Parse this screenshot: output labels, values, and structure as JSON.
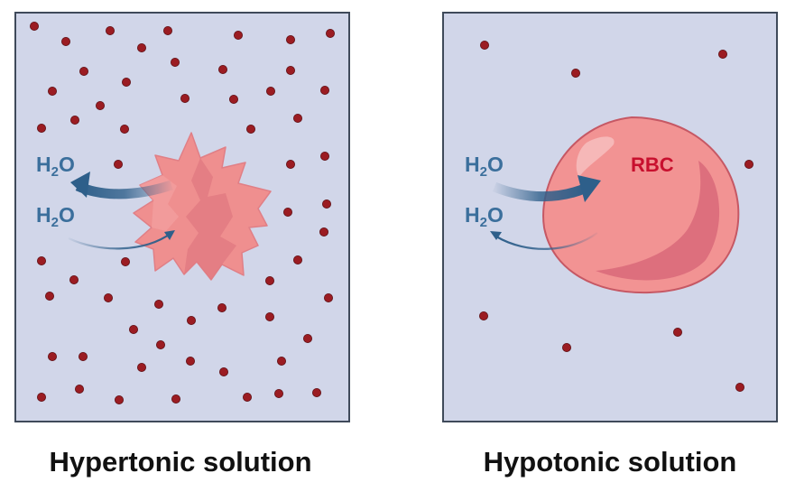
{
  "panels": [
    {
      "id": "hypertonic",
      "caption": "Hypertonic solution",
      "arrow_labels": {
        "outflow": "H",
        "outflow_sub": "2",
        "outflow_tail": "O",
        "inflow": "H",
        "inflow_sub": "2",
        "inflow_tail": "O"
      }
    },
    {
      "id": "hypotonic",
      "caption": "Hypotonic solution",
      "cell_label": "RBC",
      "arrow_labels": {
        "inflow": "H",
        "inflow_sub": "2",
        "inflow_tail": "O",
        "outflow": "H",
        "outflow_sub": "2",
        "outflow_tail": "O"
      }
    }
  ],
  "colors": {
    "panel_bg": "#d1d6e9",
    "panel_border": "#3f4a5a",
    "solute_dot": "#9b1c22",
    "cell_fill": "#ef8f8f",
    "cell_dark": "#d96a78",
    "cell_outline": "#c65864",
    "arrow": "#2e5f8a",
    "h2o_text": "#3b6f9c",
    "rbc_text": "#c8102e"
  }
}
